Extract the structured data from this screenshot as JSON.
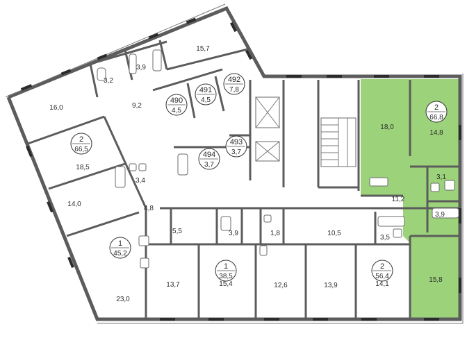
{
  "colors": {
    "highlight": "#9bd27a",
    "wall": "#5c5c5c",
    "window": "#c8c8c8"
  },
  "rooms": [
    {
      "id": "r-15-7",
      "label": "15,7"
    },
    {
      "id": "r-3-2",
      "label": "3,2"
    },
    {
      "id": "r-3-9a",
      "label": "3,9"
    },
    {
      "id": "r-16-0",
      "label": "16,0"
    },
    {
      "id": "r-9-2",
      "label": "9,2"
    },
    {
      "id": "r-18-5",
      "label": "18,5"
    },
    {
      "id": "r-3-4",
      "label": "3,4"
    },
    {
      "id": "r-14-0",
      "label": "14,0"
    },
    {
      "id": "r-4-8",
      "label": "4,8"
    },
    {
      "id": "r-23-0",
      "label": "23,0"
    },
    {
      "id": "r-5-5",
      "label": "5,5"
    },
    {
      "id": "r-3-9b",
      "label": "3,9"
    },
    {
      "id": "r-1-8",
      "label": "1,8"
    },
    {
      "id": "r-10-5",
      "label": "10,5"
    },
    {
      "id": "r-3-5",
      "label": "3,5"
    },
    {
      "id": "r-13-7",
      "label": "13,7"
    },
    {
      "id": "r-15-4",
      "label": "15,4"
    },
    {
      "id": "r-12-6",
      "label": "12,6"
    },
    {
      "id": "r-13-9",
      "label": "13,9"
    },
    {
      "id": "r-14-1",
      "label": "14,1"
    },
    {
      "id": "r-18-0",
      "label": "18,0"
    },
    {
      "id": "r-14-8",
      "label": "14,8"
    },
    {
      "id": "r-11-2",
      "label": "11,2"
    },
    {
      "id": "r-3-1",
      "label": "3,1"
    },
    {
      "id": "r-3-9c",
      "label": "3,9"
    },
    {
      "id": "r-15-8",
      "label": "15,8"
    }
  ],
  "badges": [
    {
      "id": "b-490",
      "top": "490",
      "bottom": "4,5"
    },
    {
      "id": "b-491",
      "top": "491",
      "bottom": "4,5"
    },
    {
      "id": "b-492",
      "top": "492",
      "bottom": "7,8"
    },
    {
      "id": "b-493",
      "top": "493",
      "bottom": "3,7"
    },
    {
      "id": "b-494",
      "top": "494",
      "bottom": "3,7"
    },
    {
      "id": "b-apt-2-left",
      "top": "2",
      "bottom": "66,5"
    },
    {
      "id": "b-apt-1-left",
      "top": "1",
      "bottom": "45,2"
    },
    {
      "id": "b-apt-1-mid",
      "top": "1",
      "bottom": "38,5"
    },
    {
      "id": "b-apt-2-bottom",
      "top": "2",
      "bottom": "56,4"
    },
    {
      "id": "b-apt-2-green",
      "top": "2",
      "bottom": "66,8"
    }
  ]
}
